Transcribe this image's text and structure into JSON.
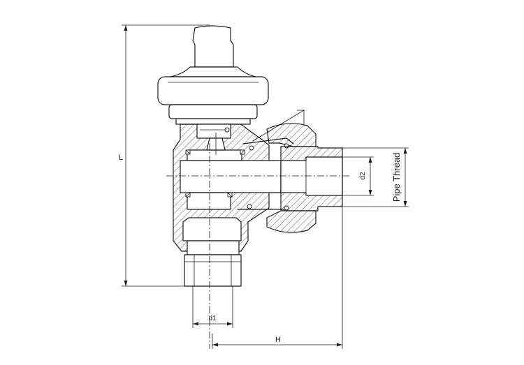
{
  "labels": {
    "length": "L",
    "inlet_diameter": "d1",
    "outlet_diameter": "d2",
    "height": "H",
    "thread": "Pipe Thread"
  }
}
